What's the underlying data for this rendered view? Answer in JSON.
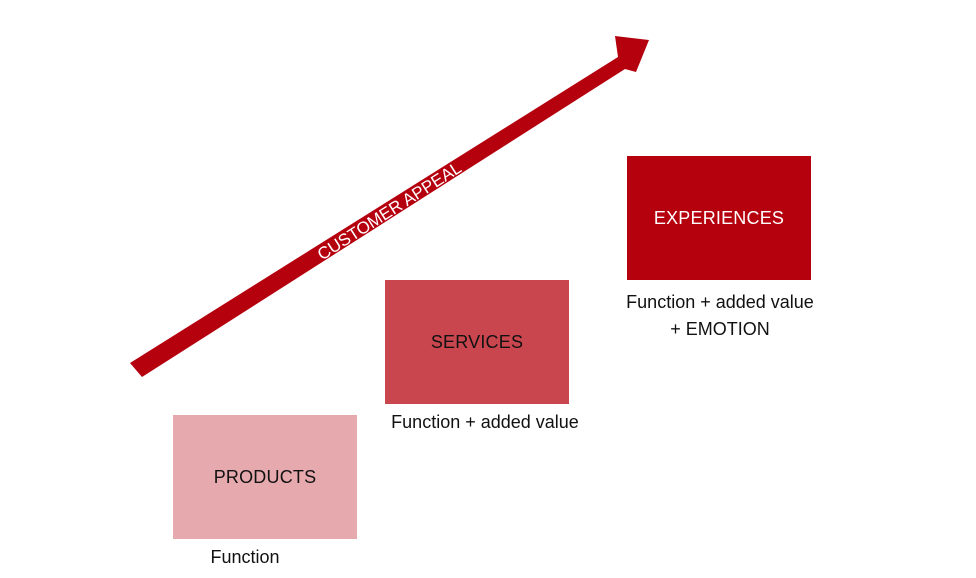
{
  "arrow": {
    "label": "CUSTOMER APPEAL",
    "color": "#b5000e",
    "label_color": "#ffffff"
  },
  "stages": [
    {
      "label": "PRODUCTS",
      "caption_lines": [
        "Function"
      ],
      "fill": "#e6aaae",
      "text_color": "#111111"
    },
    {
      "label": "SERVICES",
      "caption_lines": [
        "Function + added value"
      ],
      "fill": "#c9464f",
      "text_color": "#111111"
    },
    {
      "label": "EXPERIENCES",
      "caption_lines": [
        "Function + added value",
        "+ EMOTION"
      ],
      "fill": "#b5000e",
      "text_color": "#ffffff"
    }
  ]
}
